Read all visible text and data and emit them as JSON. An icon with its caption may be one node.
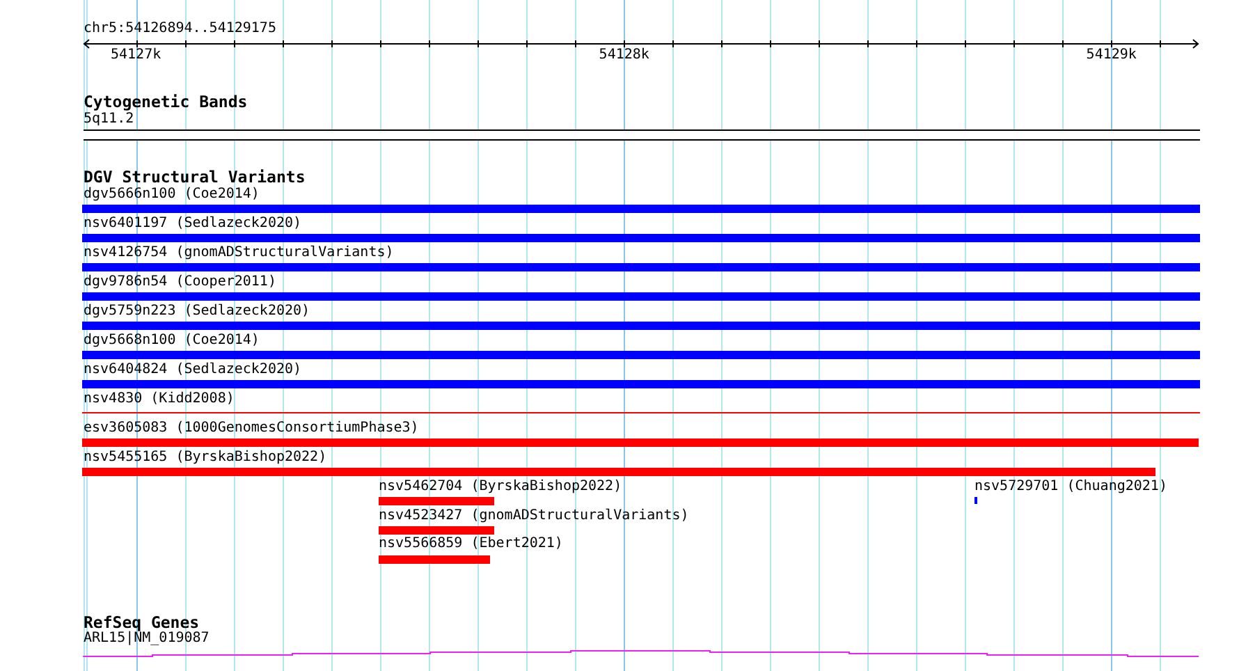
{
  "diagram": {
    "nodes": [
      {
        "text": [
          "5q11.2"
        ]
      },
      {
        "text": [
          "dgv5666n100 (Coe2014)"
        ]
      },
      {
        "text": [
          "nsv6401197 (Sedlazeck2020)"
        ]
      },
      {
        "text": [
          "nsv4126754 (gnomADStructuralVariants)"
        ]
      },
      {
        "text": [
          "dgv9786n54 (Cooper2011)"
        ]
      },
      {
        "text": [
          "dgv5759n223 (Sedlazeck2020)"
        ]
      },
      {
        "text": [
          "dgv5668n100 (Coe2014)"
        ]
      },
      {
        "text": [
          "nsv6404824 (Sedlazeck2020)"
        ]
      },
      {
        "text": [
          "nsv4830 (Kidd2008)"
        ]
      },
      {
        "text": [
          "esv3605083 (1000GenomesConsortiumPhase3)"
        ]
      },
      {
        "text": [
          "nsv5455165 (ByrskaBishop2022)"
        ]
      },
      {
        "text": [
          "nsv5462704 (ByrskaBishop2022)"
        ]
      },
      {
        "text": [
          "nsv5729701 (Chuang2021)"
        ]
      },
      {
        "text": [
          "nsv4523427 (gnomADStructuralVariants)"
        ]
      },
      {
        "text": [
          "nsv5566859 (Ebert2021)"
        ]
      },
      {
        "text": [
          "ARL15|NM_019087"
        ]
      }
    ],
    "labels": [
      "chr5:54126894..54129175",
      "54127k",
      "54128k",
      "54129k",
      "Cytogenetic Bands",
      "DGV Structural Variants",
      "RefSeq Genes"
    ]
  }
}
